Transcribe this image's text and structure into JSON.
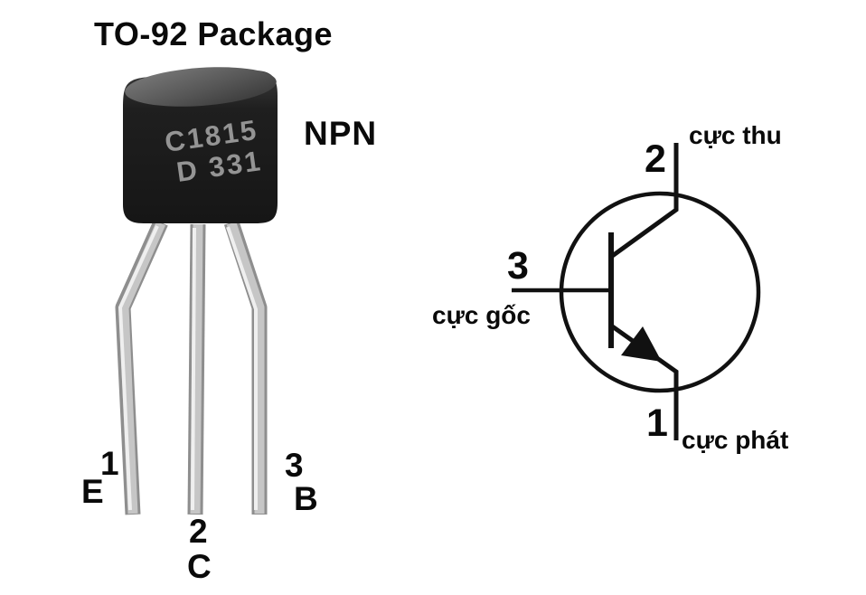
{
  "figure": {
    "title": "TO-92 Package",
    "package": {
      "marking_line1": "C1815",
      "marking_line2": "D 331",
      "type_label": "NPN",
      "pins": [
        {
          "number": "1",
          "name": "E"
        },
        {
          "number": "2",
          "name": "C"
        },
        {
          "number": "3",
          "name": "B"
        }
      ]
    },
    "symbol": {
      "collector": {
        "pin": "2",
        "label": "cực thu"
      },
      "base": {
        "pin": "3",
        "label": "cực gốc"
      },
      "emitter": {
        "pin": "1",
        "label": "cực phát"
      }
    },
    "colors": {
      "background": "#ffffff",
      "line": "#111111",
      "text": "#0a0a0a",
      "body_dark": "#1c1c1c",
      "body_top": "#6e6e6e",
      "marking_gray": "#909090",
      "lead_metal": "#c8c8c8"
    }
  }
}
